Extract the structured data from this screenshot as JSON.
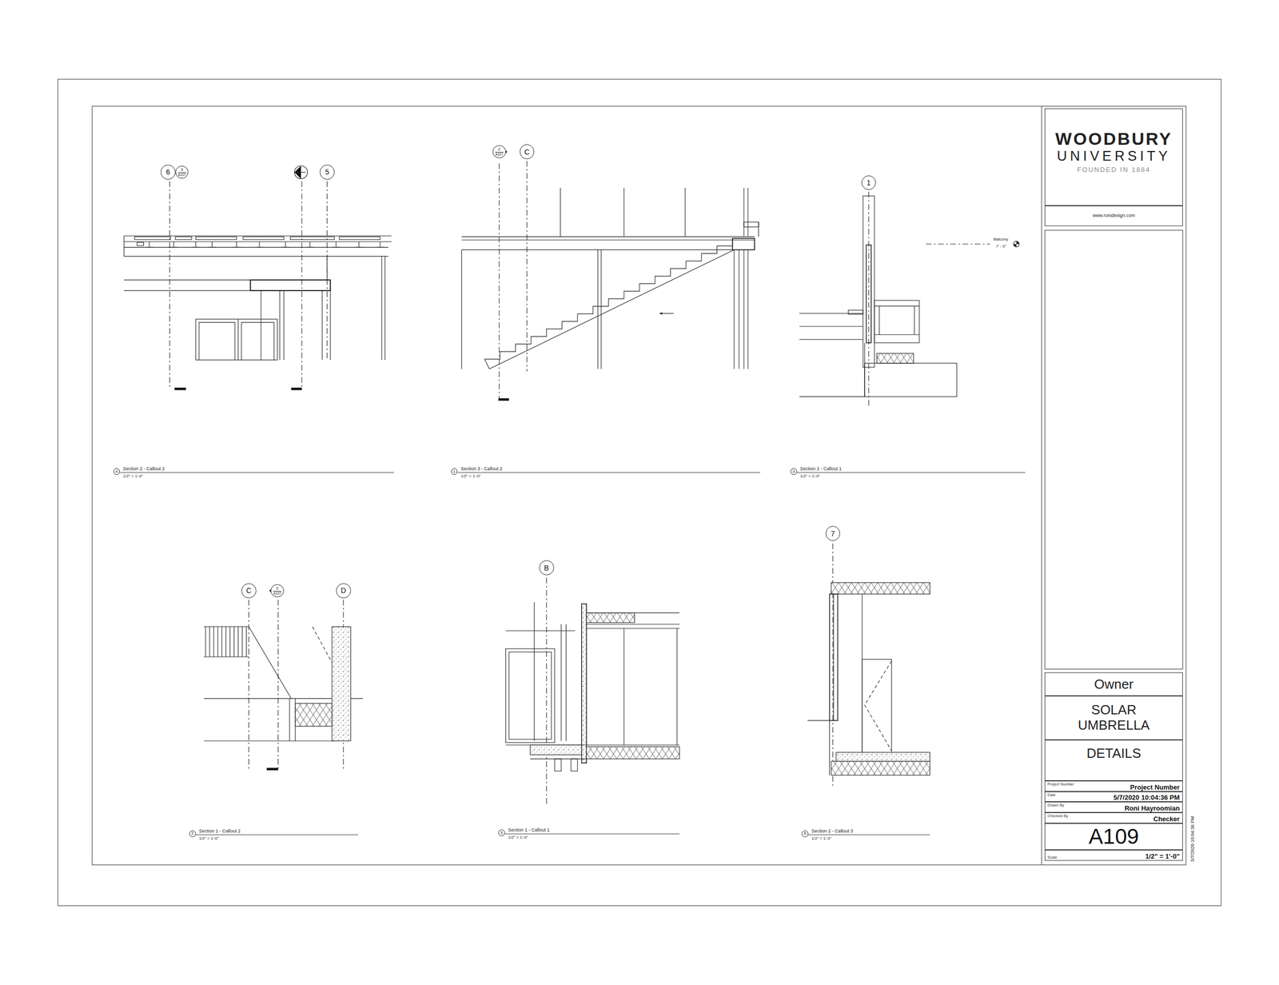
{
  "diagram": {
    "nodes": [
      {
        "text": [
          "6"
        ]
      },
      {
        "text": [
          "3",
          "A107"
        ]
      },
      {
        "text": [
          "5"
        ]
      },
      {
        "text": [
          "4",
          "Section 2 - Callout 2",
          "1/2\" = 1'-0\""
        ]
      },
      {
        "text": [
          "2",
          "A107"
        ]
      },
      {
        "text": [
          "C"
        ]
      },
      {
        "text": [
          "1",
          "Section 3 - Callout 2",
          "1/2\" = 1'-0\""
        ]
      },
      {
        "text": [
          "1"
        ]
      },
      {
        "text": [
          "3",
          "Section 2 - Callout 1",
          "1/2\" = 1'-0\""
        ]
      },
      {
        "text": [
          "C"
        ]
      },
      {
        "text": [
          "2",
          "A107"
        ]
      },
      {
        "text": [
          "D"
        ]
      },
      {
        "text": [
          "2",
          "Section 1 - Callout 2",
          "1/2\" = 1'-0\""
        ]
      },
      {
        "text": [
          "B"
        ]
      },
      {
        "text": [
          "5",
          "Section 1 - Callout 1",
          "1/2\" = 1'-0\""
        ]
      },
      {
        "text": [
          "7"
        ]
      },
      {
        "text": [
          "6",
          "Section 2 - Callout 3",
          "1/2\" = 1'-0\""
        ]
      },
      {
        "text": [
          "WOODBURY",
          "UNIVERSITY",
          "FOUNDED IN 1884"
        ]
      },
      {
        "text": [
          "www.ronidesign.com"
        ]
      },
      {
        "text": [
          "Owner"
        ]
      },
      {
        "text": [
          "SOLAR UMBRELLA"
        ]
      },
      {
        "text": [
          "DETAILS"
        ]
      },
      {
        "text": [
          "Project Number",
          "Project Number"
        ]
      },
      {
        "text": [
          "Date",
          "5/7/2020 10:04:36 PM"
        ]
      },
      {
        "text": [
          "Drawn By",
          "Roni Hayroomian"
        ]
      },
      {
        "text": [
          "Checked By",
          "Checker"
        ]
      },
      {
        "text": [
          "A109"
        ]
      },
      {
        "text": [
          "Scale",
          "1/2\" = 1'-0\""
        ]
      }
    ],
    "labels": [
      "Balcony",
      "7' - 0\"",
      "5/7/2020 10:04:36 PM"
    ]
  }
}
